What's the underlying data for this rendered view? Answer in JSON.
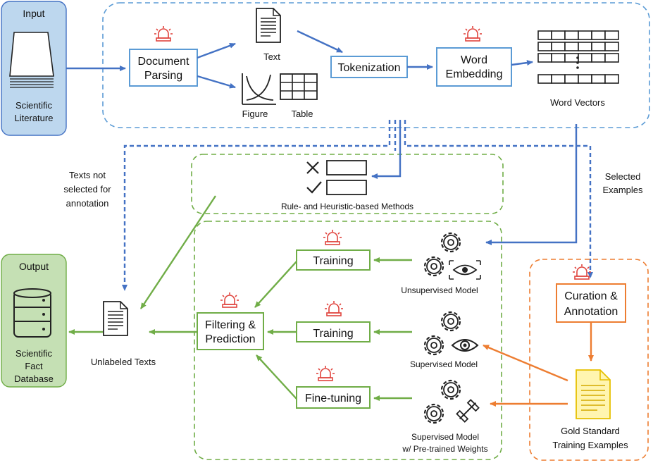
{
  "input": {
    "title": "Input",
    "line1": "Scientific",
    "line2": "Literature"
  },
  "output": {
    "title": "Output",
    "line1": "Scientific",
    "line2": "Fact",
    "line3": "Database"
  },
  "processing": {
    "document_parsing": {
      "line1": "Document",
      "line2": "Parsing"
    },
    "text_label": "Text",
    "figure_label": "Figure",
    "table_label": "Table",
    "tokenization": "Tokenization",
    "word_embedding": {
      "line1": "Word",
      "line2": "Embedding"
    },
    "word_vectors": "Word Vectors"
  },
  "rule_methods": {
    "label": "Rule- and Heuristic-based Methods"
  },
  "notes": {
    "not_selected": {
      "line1": "Texts not",
      "line2": "selected for",
      "line3": "annotation"
    },
    "selected": {
      "line1": "Selected",
      "line2": "Examples"
    }
  },
  "models": {
    "training_1": "Training",
    "training_2": "Training",
    "fine_tuning": "Fine-tuning",
    "filtering": {
      "line1": "Filtering &",
      "line2": "Prediction"
    },
    "unsupervised": "Unsupervised Model",
    "supervised": "Supervised Model",
    "supervised_pretrained": {
      "line1": "Supervised Model",
      "line2": "w/ Pre-trained Weights"
    }
  },
  "unlabeled_texts": "Unlabeled Texts",
  "curation": {
    "line1": "Curation &",
    "line2": "Annotation"
  },
  "gold_standard": {
    "line1": "Gold Standard",
    "line2": "Training Examples"
  },
  "colors": {
    "blue": "#4472c4",
    "light_blue_dash": "#5b9bd5",
    "green": "#70ad47",
    "orange": "#ed7d31",
    "red_alarm": "#e0443e",
    "input_fill": "#bdd7ee",
    "output_fill": "#c5e0b4"
  }
}
